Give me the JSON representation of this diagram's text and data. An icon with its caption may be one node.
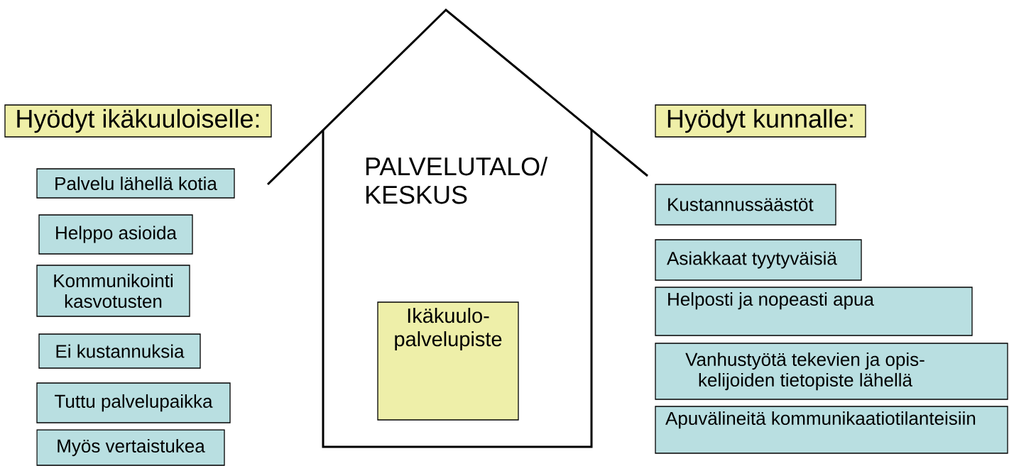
{
  "diagram": {
    "nodes": [
      {
        "text": [
          "Hyödyt ikäkuuloiselle:"
        ]
      },
      {
        "text": [
          "Palvelu lähellä kotia"
        ]
      },
      {
        "text": [
          "Helppo asioida"
        ]
      },
      {
        "text": [
          "Kommunikointi kasvotusten"
        ]
      },
      {
        "text": [
          "Ei kustannuksia"
        ]
      },
      {
        "text": [
          "Tuttu palvelupaikka"
        ]
      },
      {
        "text": [
          "Myös vertaistukea"
        ]
      },
      {
        "text": [
          "PALVELUTALO/ KESKUS"
        ]
      },
      {
        "text": [
          "Ikäkuulo- palvelupiste"
        ],
        "in": 7
      },
      {
        "text": [
          "Hyödyt kunnalle:"
        ]
      },
      {
        "text": [
          "Kustannussäästöt"
        ]
      },
      {
        "text": [
          "Asiakkaat tyytyväisiä"
        ]
      },
      {
        "text": [
          "Helposti ja nopeasti apua"
        ]
      },
      {
        "text": [
          "Vanhustyötä tekevien ja opis- kelijoiden tietopiste lähellä"
        ]
      },
      {
        "text": [
          "Apuvälineitä kommunikaatiotilanteisiin"
        ]
      }
    ]
  }
}
